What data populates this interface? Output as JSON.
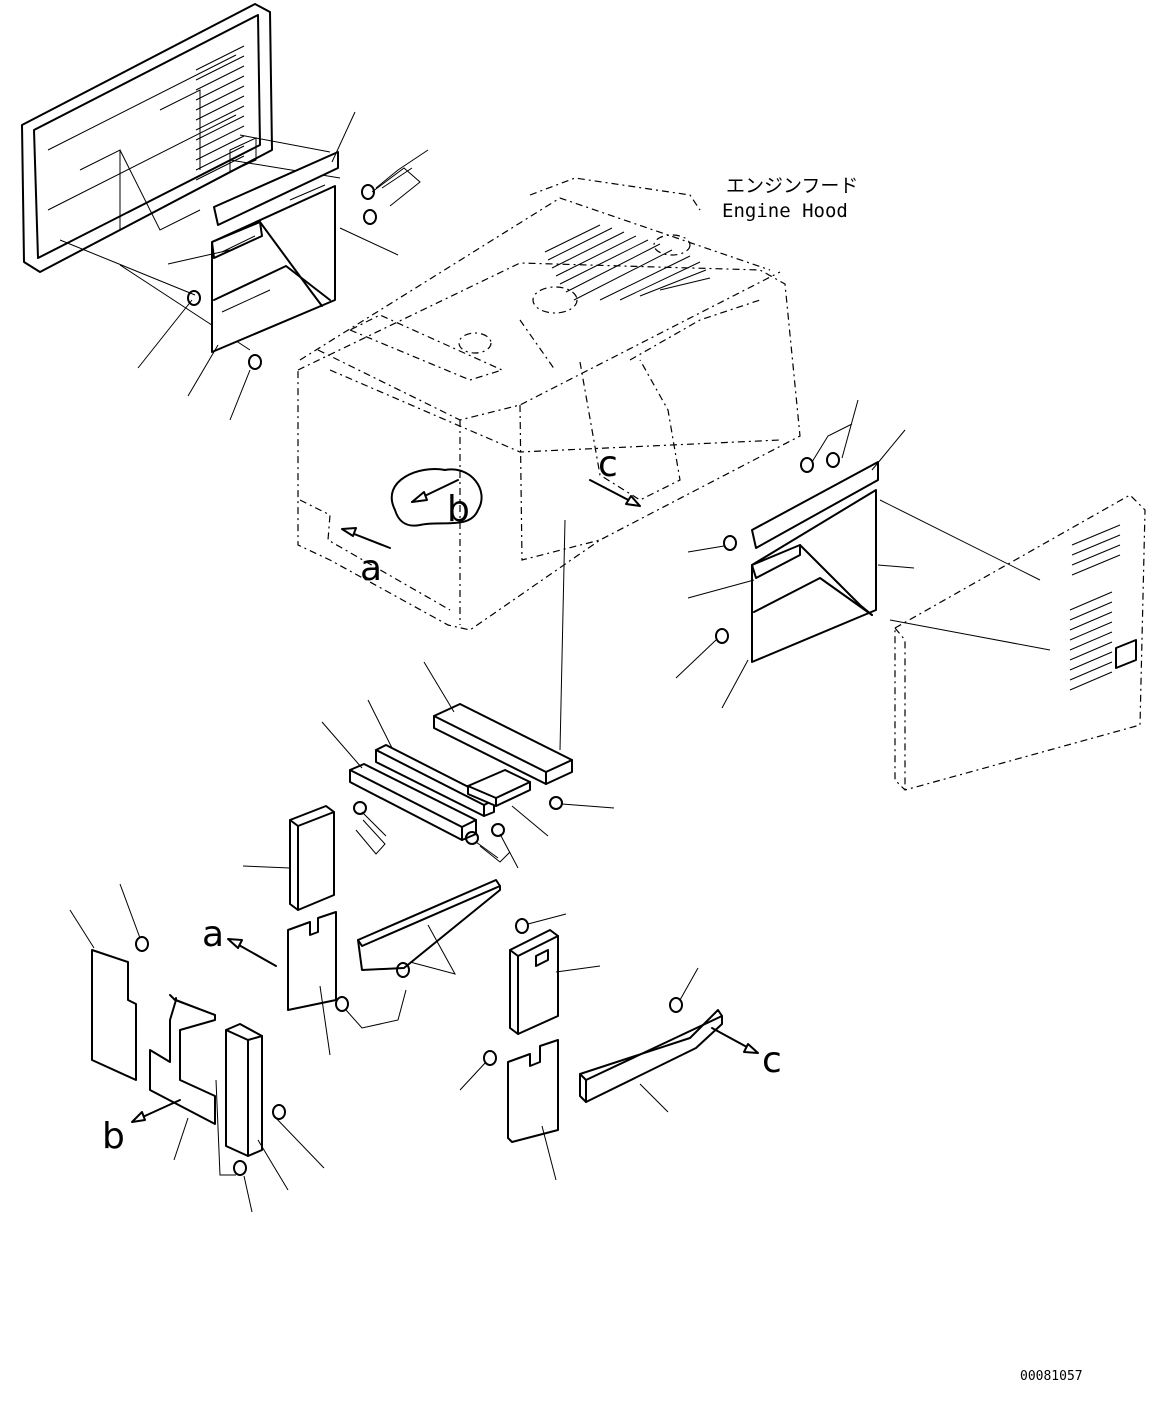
{
  "title": {
    "japanese": "エンジンフード",
    "english": "Engine Hood"
  },
  "view_labels": [
    "c",
    "b",
    "a",
    "a",
    "b",
    "c"
  ],
  "document_number": "00081057"
}
